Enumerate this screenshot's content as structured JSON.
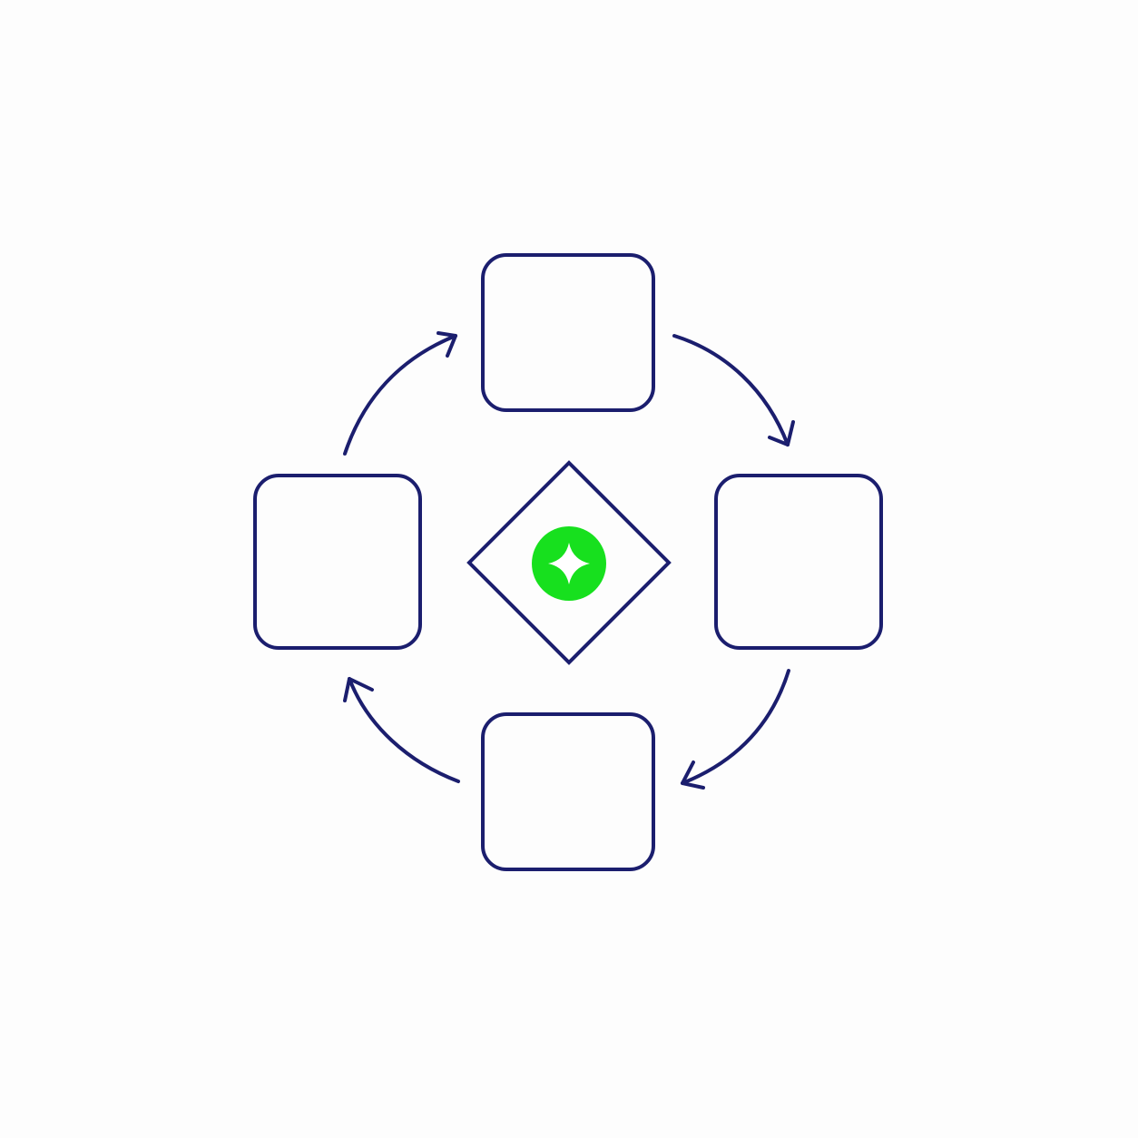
{
  "diagram": {
    "type": "cycle",
    "direction": "clockwise",
    "node_count": 4,
    "nodes": [
      {
        "id": "top",
        "label": ""
      },
      {
        "id": "right",
        "label": ""
      },
      {
        "id": "bottom",
        "label": ""
      },
      {
        "id": "left",
        "label": ""
      }
    ],
    "edges": [
      {
        "from": "top",
        "to": "right"
      },
      {
        "from": "right",
        "to": "bottom"
      },
      {
        "from": "bottom",
        "to": "left"
      },
      {
        "from": "left",
        "to": "top"
      }
    ],
    "center": {
      "shape": "diamond",
      "icon": "sparkle-icon"
    }
  },
  "colors": {
    "background": "#FDFDFD",
    "stroke": "#1B1E6E",
    "accent": "#17E01E",
    "icon_fill": "#FFFFFF"
  }
}
